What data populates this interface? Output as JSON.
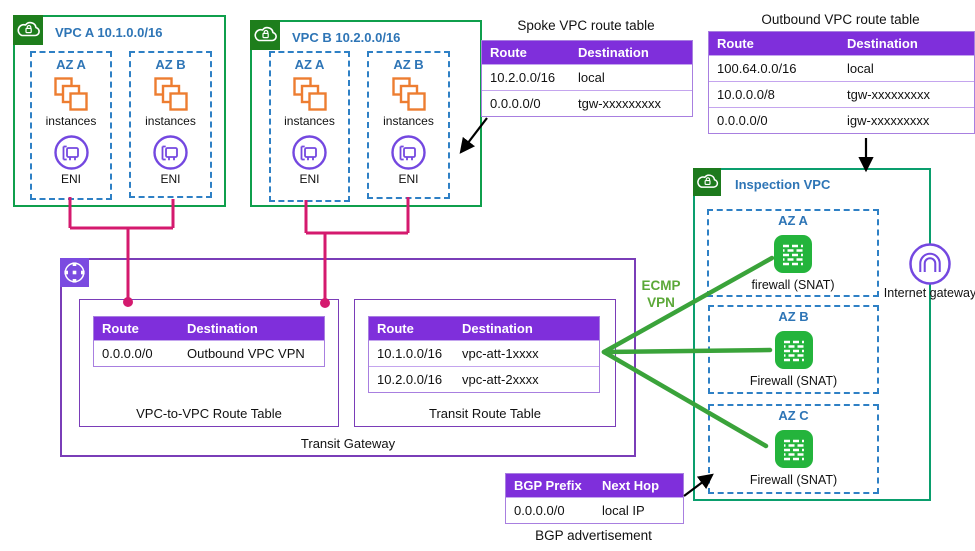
{
  "colors": {
    "spoke_vpc_border": "#0f9f4c",
    "inspection_vpc_border": "#0a9e6d",
    "vpc_icon_green": "#1e7e1c",
    "table_header_purple": "#7f2fdb",
    "table_border_purple": "#a87fe0",
    "transit_gateway_purple": "#7a3db8",
    "tgw_icon_violet": "#7b4be0",
    "az_blue": "#2e75b6",
    "instances_orange": "#ed7d31",
    "eni_purple": "#7448e0",
    "pink_connector": "#d41a6e",
    "green_vpn_line": "#3aa33a",
    "firewall_green": "#24b43c",
    "ecmp_green": "#5ba838"
  },
  "spoke_vpcs": [
    {
      "label": "VPC A 10.1.0.0/16",
      "azs": [
        {
          "label": "AZ A"
        },
        {
          "label": "AZ B"
        }
      ]
    },
    {
      "label": "VPC B 10.2.0.0/16",
      "azs": [
        {
          "label": "AZ A"
        },
        {
          "label": "AZ B"
        }
      ]
    }
  ],
  "labels": {
    "instances": "instances",
    "eni": "ENI"
  },
  "spoke_table": {
    "title": "Spoke VPC route table",
    "headers": [
      "Route",
      "Destination"
    ],
    "rows": [
      [
        "10.2.0.0/16",
        "local"
      ],
      [
        "0.0.0.0/0",
        "tgw-xxxxxxxxx"
      ]
    ]
  },
  "outbound_table": {
    "title": "Outbound VPC route table",
    "headers": [
      "Route",
      "Destination"
    ],
    "rows": [
      [
        "100.64.0.0/16",
        "local"
      ],
      [
        "10.0.0.0/8",
        "tgw-xxxxxxxxx"
      ],
      [
        "0.0.0.0/0",
        "igw-xxxxxxxxx"
      ]
    ]
  },
  "transit_gateway": {
    "label": "Transit Gateway",
    "vpc_to_vpc": {
      "caption": "VPC-to-VPC Route Table",
      "headers": [
        "Route",
        "Destination"
      ],
      "rows": [
        [
          "0.0.0.0/0",
          "Outbound VPC VPN"
        ]
      ]
    },
    "transit": {
      "caption": "Transit Route Table",
      "headers": [
        "Route",
        "Destination"
      ],
      "rows": [
        [
          "10.1.0.0/16",
          "vpc-att-1xxxx"
        ],
        [
          "10.2.0.0/16",
          "vpc-att-2xxxx"
        ]
      ]
    }
  },
  "inspection": {
    "label": "Inspection VPC",
    "azs": [
      {
        "label": "AZ A",
        "firewall": "firewall (SNAT)"
      },
      {
        "label": "AZ B",
        "firewall": "Firewall (SNAT)"
      },
      {
        "label": "AZ C",
        "firewall": "Firewall (SNAT)"
      }
    ]
  },
  "internet_gateway": {
    "label": "Internet gateway"
  },
  "ecmp": {
    "line1": "ECMP",
    "line2": "VPN"
  },
  "bgp_table": {
    "headers": [
      "BGP Prefix",
      "Next Hop"
    ],
    "rows": [
      [
        "0.0.0.0/0",
        "local IP"
      ]
    ],
    "caption": "BGP advertisement"
  }
}
